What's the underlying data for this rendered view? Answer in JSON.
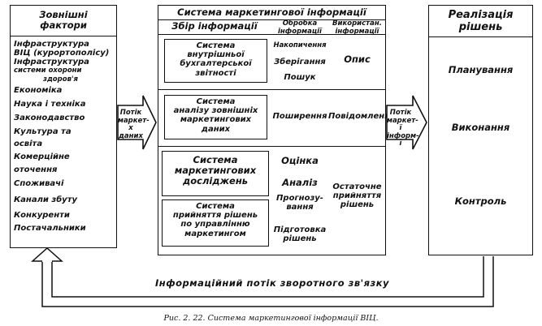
{
  "left": {
    "title": "Зовнішні\nфактори",
    "items": [
      "Інфраструктура",
      "ВІЦ (курортополісу)",
      "Інфраструктура",
      "системи охорони",
      "здоров'я",
      "Економіка",
      "Наука і техніка",
      "Законодавство",
      "Культура та",
      "освіта",
      "Комерційне",
      "оточення",
      "Споживачі",
      "Канали збуту",
      "Конкуренти",
      "Постачальники"
    ]
  },
  "arrow_left": "Потік\nмаркет-х\nданих",
  "middle": {
    "title": "Система маркетингової інформації",
    "col_headers": {
      "collect": "Збір інформації",
      "process": "Обробка\nінформації",
      "use": "Використан.\nінформації"
    },
    "row1": {
      "box": "Система\nвнутрішньої\nбухгалтерської\nзвітності",
      "process": [
        "Накопичення",
        "Зберігання",
        "Пошук"
      ],
      "use": "Опис"
    },
    "row2": {
      "box": "Система\nаналізу зовнішніх\nмаркетингових\nданих",
      "process": "Поширення",
      "use": "Повідомлення"
    },
    "row3": {
      "box_a": "Система\nмаркетингових\nдосліджень",
      "box_b": "Система\nприйняття рішень\nпо управлінню\nмаркетингом",
      "process": [
        "Оцінка",
        "Аналіз",
        "Прогнозу-\nвання",
        "Підготовка\nрішень"
      ],
      "use": "Остаточне\nприйняття\nрішень"
    }
  },
  "arrow_right": "Потік\nмаркет-ї\nінформ-ї",
  "right": {
    "title": "Реалізація\nрішень",
    "items": [
      "Планування",
      "Виконання",
      "Контроль"
    ]
  },
  "feedback": "Інформаційний потік зворотного зв'язку",
  "caption": "Рис. 2. 22. Система маркетингової інформації ВІЦ."
}
